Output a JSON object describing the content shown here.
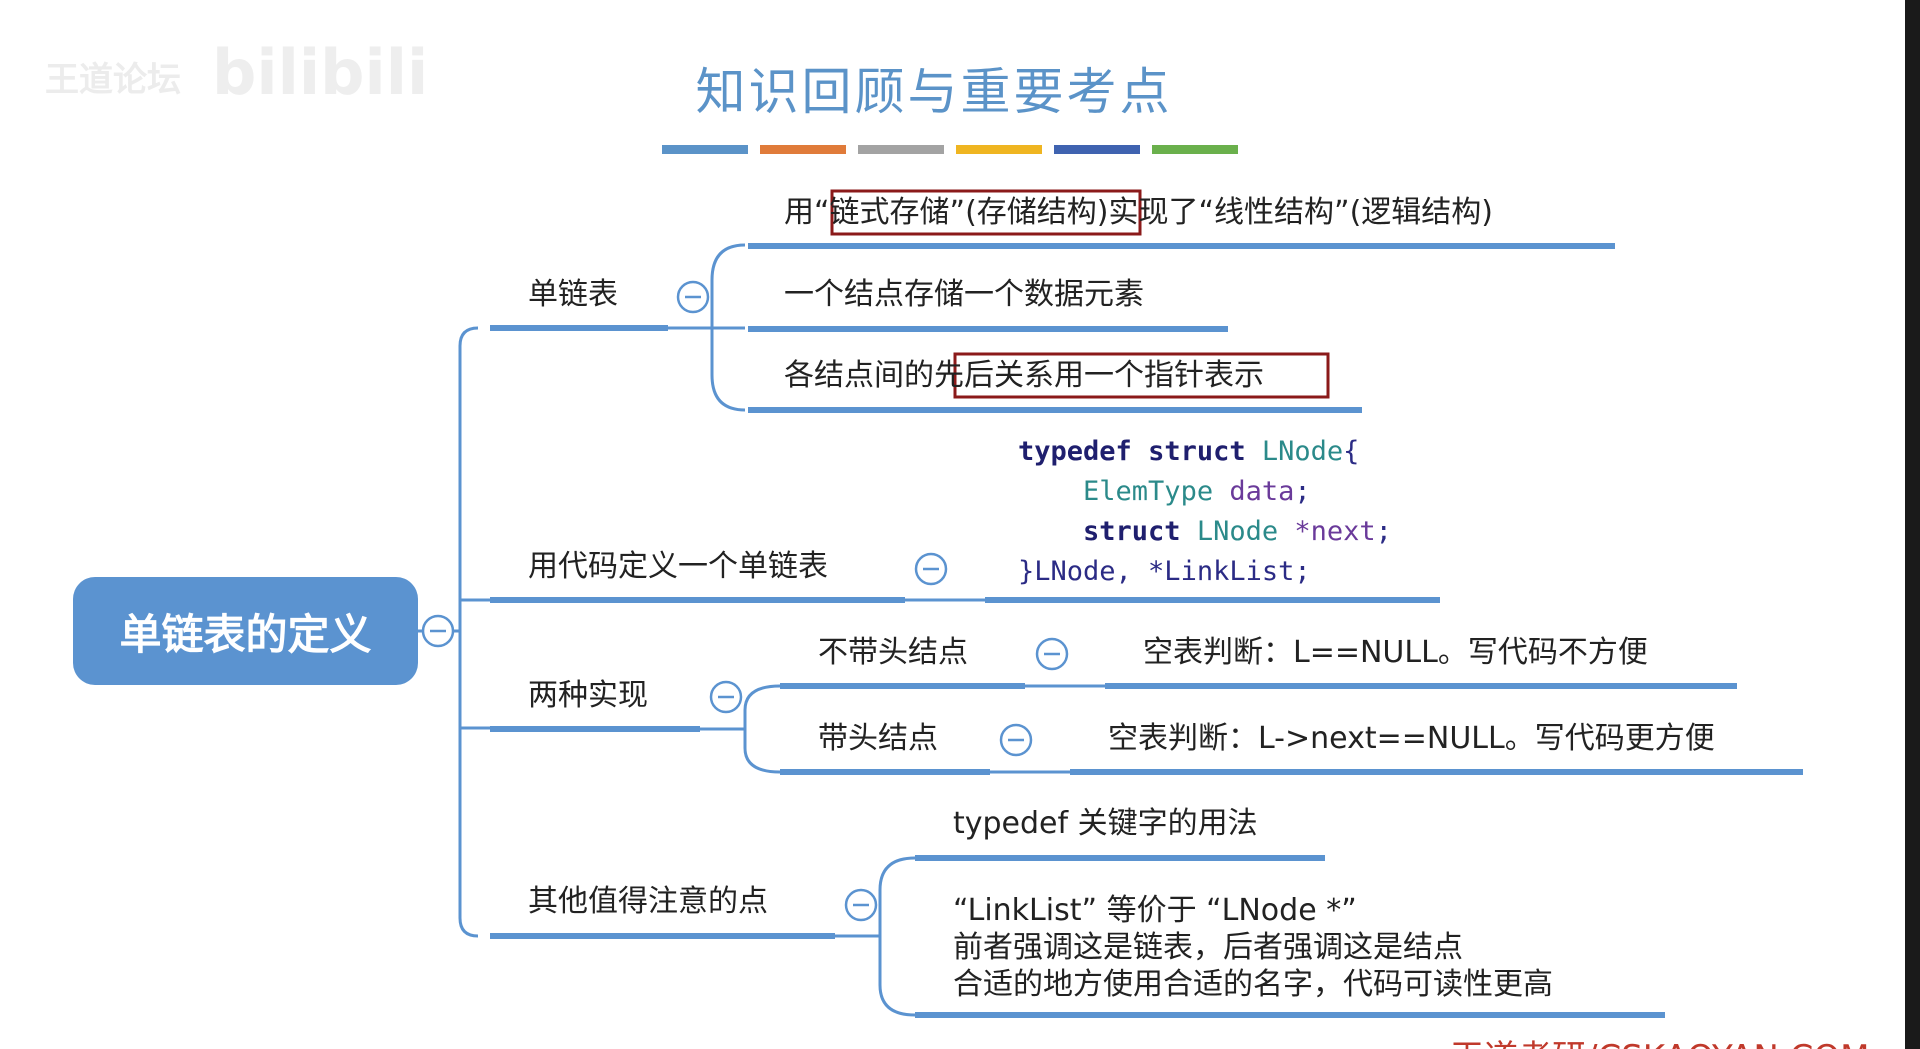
{
  "title": "知识回顾与重要考点",
  "watermark": {
    "logo": "王道论坛",
    "brand": "bilibili"
  },
  "colors": {
    "accent": "#5b93d0",
    "line": "#5b93d0",
    "highlight_box": "#8b1a1a",
    "swatches": [
      "#5b93c8",
      "#e07b3a",
      "#a3a3a3",
      "#efb521",
      "#3f63b0",
      "#6ab04c"
    ]
  },
  "root": {
    "label": "单链表的定义"
  },
  "branches": [
    {
      "label": "单链表",
      "collapse_icon": "minus-circle-icon",
      "children": [
        "用“链式存储”(存储结构)实现了“线性结构”(逻辑结构)",
        "一个结点存储一个数据元素",
        "各结点间的先后关系用一个指针表示"
      ],
      "highlights": [
        "链式存储”(存储结构",
        "先后关系用一个指针表示"
      ]
    },
    {
      "label": "用代码定义一个单链表",
      "collapse_icon": "minus-circle-icon",
      "code": {
        "line1_kw1": "typedef",
        "line1_kw2": "struct",
        "line1_name": "LNode",
        "line1_brace": "{",
        "line2_type": "ElemType",
        "line2_field": "data",
        "line2_end": ";",
        "line3_kw": "struct",
        "line3_type": "LNode",
        "line3_field": "*next",
        "line3_end": ";",
        "line4_brace": "}",
        "line4_names": "LNode, *LinkList;"
      }
    },
    {
      "label": "两种实现",
      "collapse_icon": "minus-circle-icon",
      "children": [
        {
          "label": "不带头结点",
          "detail": "空表判断：L==NULL。写代码不方便"
        },
        {
          "label": "带头结点",
          "detail": "空表判断：L->next==NULL。写代码更方便"
        }
      ]
    },
    {
      "label": "其他值得注意的点",
      "collapse_icon": "minus-circle-icon",
      "children": [
        "typedef 关键字的用法",
        {
          "line1": "“LinkList” 等价于 “LNode *”",
          "line2": "前者强调这是链表，后者强调这是结点",
          "line3": "合适的地方使用合适的名字，代码可读性更高"
        }
      ]
    }
  ],
  "footer": "王道考研/CSKAOYAN.COM"
}
